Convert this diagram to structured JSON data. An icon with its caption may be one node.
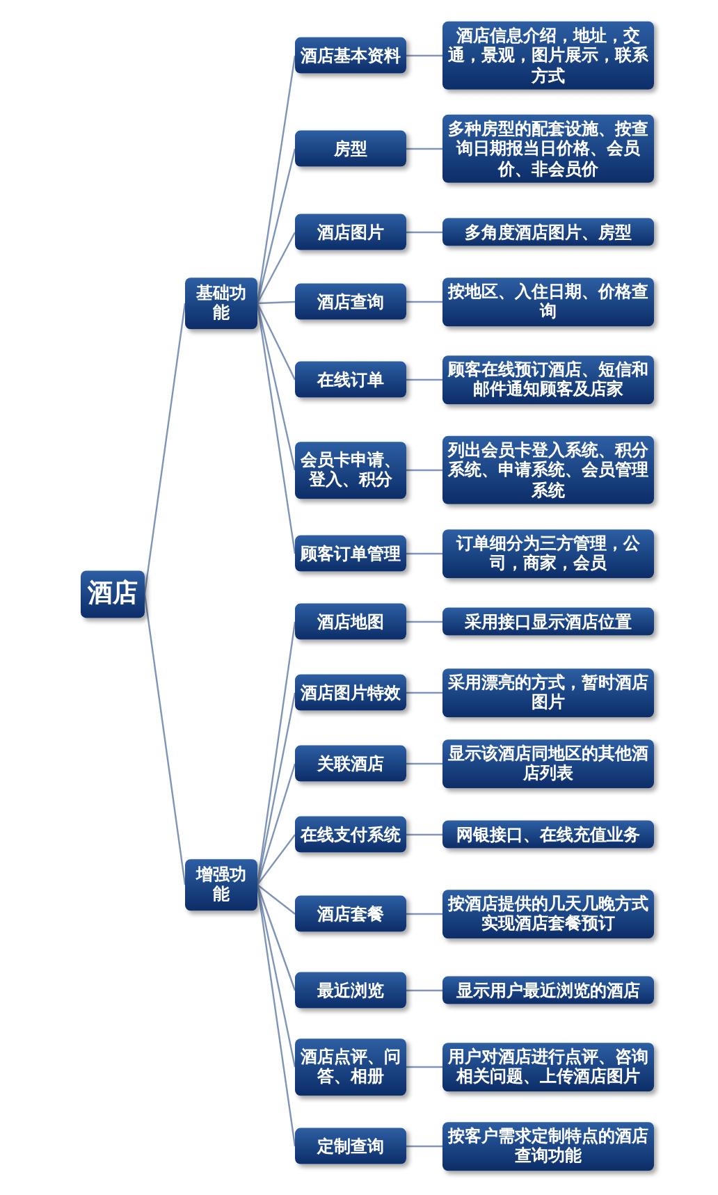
{
  "diagram": {
    "nodes": [
      {
        "text": [
          "酒店"
        ]
      },
      {
        "text": [
          "基础功能"
        ]
      },
      {
        "text": [
          "酒店基本资料"
        ]
      },
      {
        "text": [
          "酒店信息介绍，地址，交通，景观，图片展示，联系方式"
        ]
      },
      {
        "text": [
          "房型"
        ]
      },
      {
        "text": [
          "多种房型的配套设施、按查询日期报当日价格、会员价、非会员价"
        ]
      },
      {
        "text": [
          "酒店图片"
        ]
      },
      {
        "text": [
          "多角度酒店图片、房型"
        ]
      },
      {
        "text": [
          "酒店查询"
        ]
      },
      {
        "text": [
          "按地区、入住日期、价格查询"
        ]
      },
      {
        "text": [
          "在线订单"
        ]
      },
      {
        "text": [
          "顾客在线预订酒店、短信和邮件通知顾客及店家"
        ]
      },
      {
        "text": [
          "会员卡申请、登入、积分"
        ]
      },
      {
        "text": [
          "列出会员卡登入系统、积分系统、申请系统、会员管理系统"
        ]
      },
      {
        "text": [
          "顾客订单管理"
        ]
      },
      {
        "text": [
          "订单细分为三方管理，公司，商家，会员"
        ]
      },
      {
        "text": [
          "增强功能"
        ]
      },
      {
        "text": [
          "酒店地图"
        ]
      },
      {
        "text": [
          "采用接口显示酒店位置"
        ]
      },
      {
        "text": [
          "酒店图片特效"
        ]
      },
      {
        "text": [
          "采用漂亮的方式，暂时酒店图片"
        ]
      },
      {
        "text": [
          "关联酒店"
        ]
      },
      {
        "text": [
          "显示该酒店同地区的其他酒店列表"
        ]
      },
      {
        "text": [
          "在线支付系统"
        ]
      },
      {
        "text": [
          "网银接口、在线充值业务"
        ]
      },
      {
        "text": [
          "酒店套餐"
        ]
      },
      {
        "text": [
          "按酒店提供的几天几晚方式实现酒店套餐预订"
        ]
      },
      {
        "text": [
          "最近浏览"
        ]
      },
      {
        "text": [
          "显示用户最近浏览的酒店"
        ]
      },
      {
        "text": [
          "酒店点评、问答、相册"
        ]
      },
      {
        "text": [
          "用户对酒店进行点评、咨询相关问题、上传酒店图片"
        ]
      },
      {
        "text": [
          "定制查询"
        ]
      },
      {
        "text": [
          "按客户需求定制特点的酒店查询功能"
        ]
      }
    ],
    "edges": [
      {
        "from": 0,
        "to": 1,
        "arrow": "none"
      },
      {
        "from": 0,
        "to": 16,
        "arrow": "none"
      },
      {
        "from": 1,
        "to": 2,
        "arrow": "none"
      },
      {
        "from": 1,
        "to": 4,
        "arrow": "none"
      },
      {
        "from": 1,
        "to": 6,
        "arrow": "none"
      },
      {
        "from": 1,
        "to": 8,
        "arrow": "none"
      },
      {
        "from": 1,
        "to": 10,
        "arrow": "none"
      },
      {
        "from": 1,
        "to": 12,
        "arrow": "none"
      },
      {
        "from": 1,
        "to": 14,
        "arrow": "none"
      },
      {
        "from": 2,
        "to": 3,
        "arrow": "none"
      },
      {
        "from": 4,
        "to": 5,
        "arrow": "none"
      },
      {
        "from": 6,
        "to": 7,
        "arrow": "none"
      },
      {
        "from": 8,
        "to": 9,
        "arrow": "none"
      },
      {
        "from": 10,
        "to": 11,
        "arrow": "none"
      },
      {
        "from": 12,
        "to": 13,
        "arrow": "none"
      },
      {
        "from": 14,
        "to": 15,
        "arrow": "none"
      },
      {
        "from": 16,
        "to": 17,
        "arrow": "none"
      },
      {
        "from": 16,
        "to": 19,
        "arrow": "none"
      },
      {
        "from": 16,
        "to": 21,
        "arrow": "none"
      },
      {
        "from": 16,
        "to": 23,
        "arrow": "none"
      },
      {
        "from": 16,
        "to": 25,
        "arrow": "none"
      },
      {
        "from": 16,
        "to": 27,
        "arrow": "none"
      },
      {
        "from": 16,
        "to": 29,
        "arrow": "none"
      },
      {
        "from": 16,
        "to": 31,
        "arrow": "none"
      },
      {
        "from": 17,
        "to": 18,
        "arrow": "none"
      },
      {
        "from": 19,
        "to": 20,
        "arrow": "none"
      },
      {
        "from": 21,
        "to": 22,
        "arrow": "none"
      },
      {
        "from": 23,
        "to": 24,
        "arrow": "none"
      },
      {
        "from": 25,
        "to": 26,
        "arrow": "none"
      },
      {
        "from": 27,
        "to": 28,
        "arrow": "none"
      },
      {
        "from": 29,
        "to": 30,
        "arrow": "none"
      },
      {
        "from": 31,
        "to": 32,
        "arrow": "none"
      }
    ]
  }
}
